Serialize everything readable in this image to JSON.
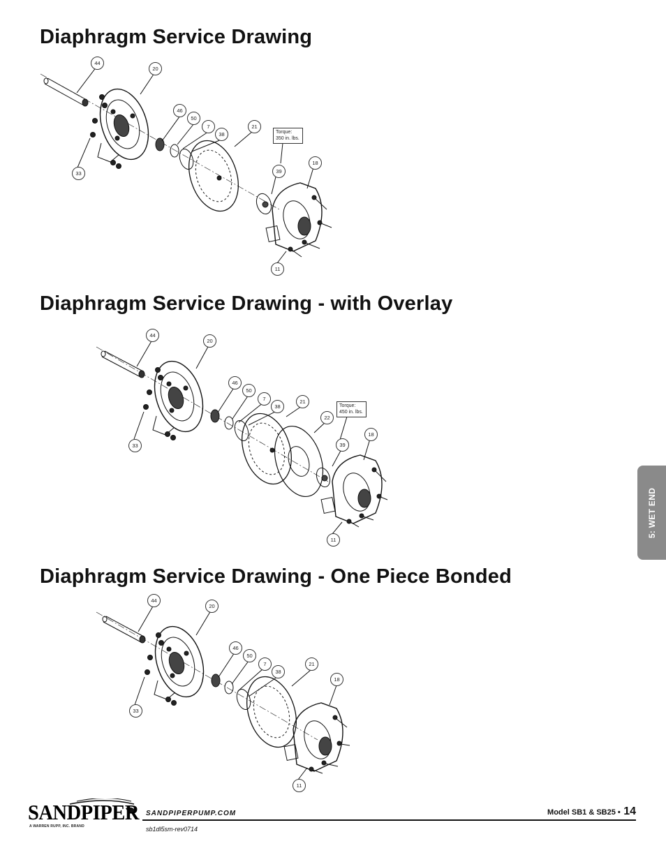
{
  "sections": [
    {
      "title": "Diaphragm Service Drawing",
      "callouts": [
        "44",
        "20",
        "46",
        "50",
        "7",
        "38",
        "21",
        "33",
        "39",
        "18",
        "11"
      ],
      "torque": [
        "Torque:",
        "350 in. lbs."
      ]
    },
    {
      "title": "Diaphragm Service Drawing - with Overlay",
      "callouts": [
        "44",
        "20",
        "46",
        "50",
        "7",
        "38",
        "21",
        "22",
        "39",
        "18",
        "33",
        "11"
      ],
      "torque": [
        "Torque:",
        "450 in. lbs."
      ]
    },
    {
      "title": "Diaphragm Service Drawing - One Piece Bonded",
      "callouts": [
        "44",
        "20",
        "46",
        "50",
        "7",
        "38",
        "21",
        "18",
        "33",
        "11"
      ]
    }
  ],
  "side_tab": "5: WET END",
  "footer": {
    "brand": "SANDPIPER",
    "brand_tagline": "A WARREN RUPP, INC. BRAND",
    "url": "SANDPIPERPUMP.COM",
    "revision": "sb1dl5sm-rev0714",
    "model": "Model SB1 & SB25 •",
    "page_number": "14"
  }
}
